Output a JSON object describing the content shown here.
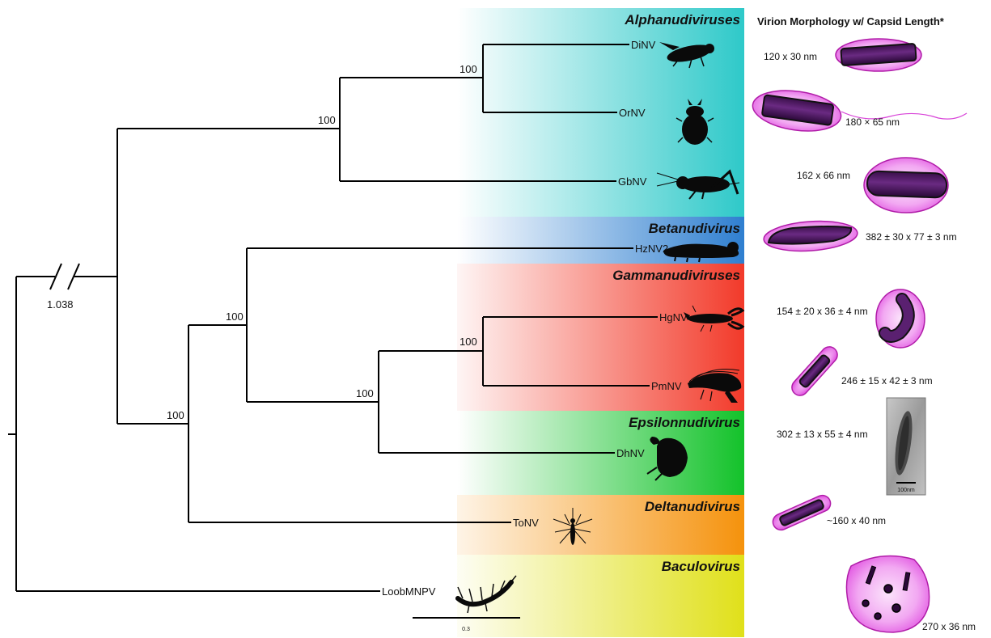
{
  "header": {
    "title": "Virion Morphology w/ Capsid Length*"
  },
  "clades": [
    {
      "name": "Alphanudiviruses",
      "color": "#2ec9c9"
    },
    {
      "name": "Betanudivirus",
      "color": "#2f7fd0"
    },
    {
      "name": "Gammanudiviruses",
      "color": "#f23a2a"
    },
    {
      "name": "Epsilonnudivirus",
      "color": "#13c22a"
    },
    {
      "name": "Deltanudivirus",
      "color": "#f5920c"
    },
    {
      "name": "Baculovirus",
      "color": "#e0e01a"
    }
  ],
  "taxa": [
    "DiNV",
    "OrNV",
    "GbNV",
    "HzNV2",
    "HgNV",
    "PmNV",
    "DhNV",
    "ToNV",
    "LoobMNPV"
  ],
  "bootstrap": {
    "alpha_inner": "100",
    "alpha_root": "100",
    "gamma_inner": "100",
    "gamma_epsilon": "100",
    "beta_gamma_epsilon": "100",
    "nudi_core": "100"
  },
  "root_break_label": "1.038",
  "scale_bar_label": "0.3",
  "measurements": {
    "DiNV": "120 x 30 nm",
    "OrNV": "180 × 65 nm",
    "GbNV": "162 x 66 nm",
    "HzNV2": "382 ± 30 x 77 ± 3 nm",
    "HgNV": "154 ± 20 x 36 ± 4 nm",
    "PmNV": "246 ± 15  x  42 ± 3 nm",
    "DhNV": "302 ± 13 x 55 ± 4 nm",
    "ToNV": "~160 x 40 nm",
    "LoobMNPV": "270 x 36 nm"
  },
  "micrograph_scale_label": "100nm",
  "icons": [
    "fly-icon",
    "beetle-icon",
    "cricket-icon",
    "caterpillar-icon",
    "lobster-icon",
    "shrimp-icon",
    "mite-icon",
    "mosquito-icon",
    "larva-icon"
  ]
}
